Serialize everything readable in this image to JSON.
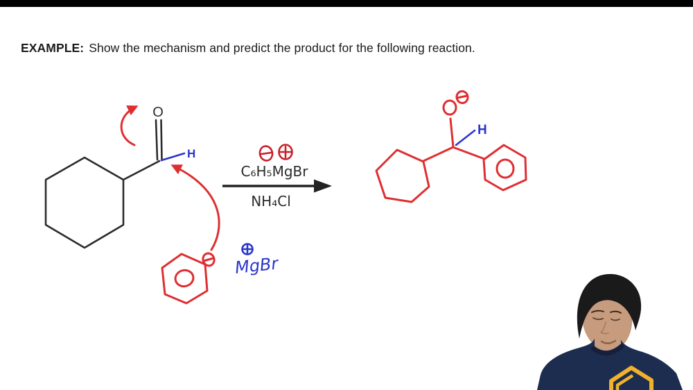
{
  "heading": {
    "label": "EXAMPLE:",
    "text": "Show the mechanism and predict the product for the following reaction."
  },
  "scheme": {
    "reactant": {
      "carbonyl_o_label": "O",
      "aldehyde_h_label": "H"
    },
    "conditions": {
      "above_arrow": "C₆H₅MgBr",
      "below_arrow": "NH₄Cl"
    },
    "nucleophile": {
      "counterion_label": "MgBr"
    },
    "product": {
      "alkoxide_o_label": "O",
      "h_label": "H"
    }
  },
  "icons": {
    "circled_minus": "⊖",
    "circled_plus": "⊕",
    "aromatic_circle": "benzene inner circle",
    "curved_arrow": "electron-pushing arrow",
    "logo_hexagon": "gold hexagon shirt logo"
  },
  "colors": {
    "top_bar": "#000000",
    "ink_black": "#2b2b2b",
    "printed_red": "#c8202a",
    "marker_red": "#df2e31",
    "marker_blue": "#2a35cc",
    "shirt_navy": "#1d2d50",
    "logo_gold": "#f0b22b",
    "skin": "#c79b7d",
    "hair": "#1a1a1a"
  }
}
